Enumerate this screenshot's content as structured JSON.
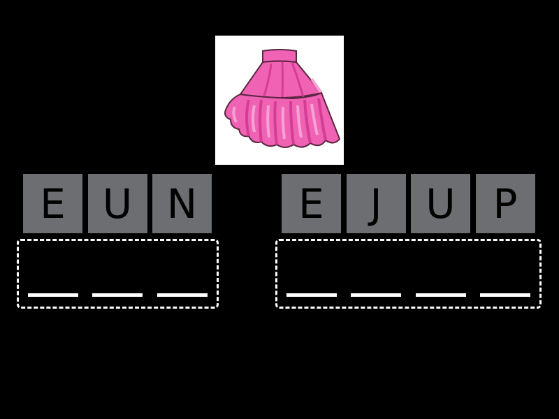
{
  "picture": {
    "icon": "pink-skirt",
    "colors": {
      "background": "#ffffff",
      "skirt_main": "#f062b4",
      "skirt_light": "#f8a3d3",
      "skirt_dark": "#d43d92",
      "outline": "#5a2640"
    }
  },
  "words": [
    {
      "letters": [
        "E",
        "U",
        "N"
      ],
      "slot_count": 3
    },
    {
      "letters": [
        "E",
        "J",
        "U",
        "P"
      ],
      "slot_count": 4
    }
  ],
  "colors": {
    "page_background": "#000000",
    "tile_background": "#6d6e71",
    "tile_text": "#000000",
    "answer_border": "#ffffff",
    "slot_line": "#ffffff"
  }
}
